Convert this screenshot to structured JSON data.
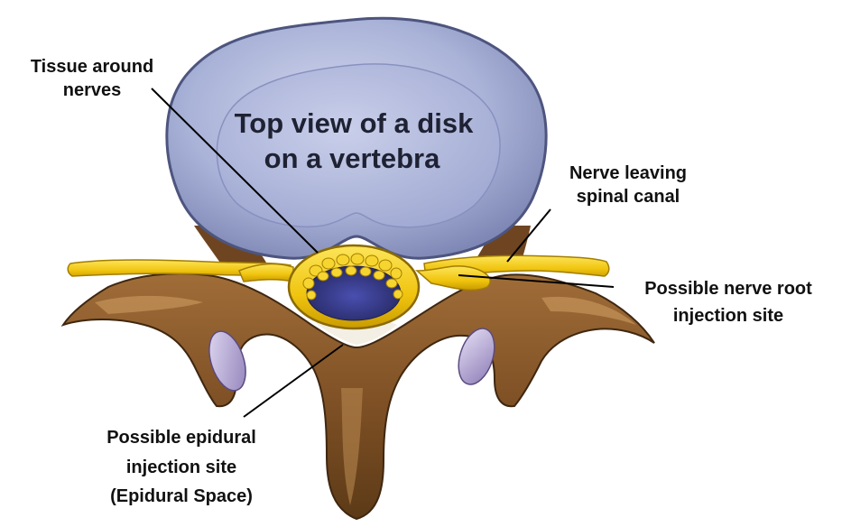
{
  "disk_title": {
    "line1": "Top view of a disk",
    "line2": "on a vertebra"
  },
  "labels": {
    "tissue_around_nerves": {
      "line1": "Tissue around",
      "line2": "nerves"
    },
    "nerve_leaving_canal": {
      "line1": "Nerve leaving",
      "line2": "spinal canal"
    },
    "nerve_root_injection": {
      "line1": "Possible nerve root",
      "line2": "injection site"
    },
    "epidural_injection": {
      "line1": "Possible epidural",
      "line2": "injection site",
      "line3": "(Epidural Space)"
    }
  },
  "colors": {
    "disk_outer": "#a9b2d6",
    "disk_inner": "#c4cbe7",
    "disk_edge": "#5b6390",
    "bone": "#8a5a2b",
    "bone_dark": "#5c3a17",
    "bone_light": "#b98a52",
    "nerve": "#f2cc1a",
    "nerve_dark": "#b08a00",
    "canal": "#3b3f8f",
    "facet": "#b7a8d8"
  }
}
